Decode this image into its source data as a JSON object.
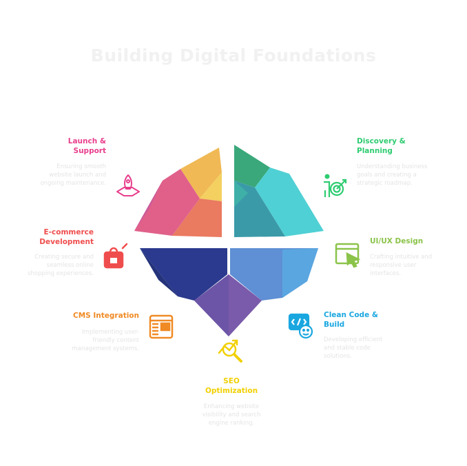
{
  "title": "Building Digital Foundations",
  "steps": [
    {
      "name": "Discovery & Planning",
      "line1": "Discovery &",
      "line2": "Planning",
      "description": "Understanding business goals and creating a strategic roadmap.",
      "color": "#2ecc71",
      "icon": "person-target-icon"
    },
    {
      "name": "UI/UX Design",
      "line1": "UI/UX Design",
      "line2": "",
      "description": "Crafting intuitive and responsive user interfaces.",
      "color": "#8bc34a",
      "icon": "browser-cursor-icon"
    },
    {
      "name": "Clean Code & Build",
      "line1": "Clean Code &",
      "line2": "Build",
      "description": "Developing efficient and stable code solutions.",
      "color": "#1aa7e0",
      "icon": "code-window-icon"
    },
    {
      "name": "SEO Optimization",
      "line1": "SEO",
      "line2": "Optimization",
      "description": "Enhancing website visibility and search engine ranking.",
      "color": "#f1d000",
      "icon": "search-chart-icon"
    },
    {
      "name": "CMS Integration",
      "line1": "CMS Integration",
      "line2": "",
      "description": "Implementing user-friendly content management systems.",
      "color": "#f08a24",
      "icon": "cms-panel-icon"
    },
    {
      "name": "E-commerce Development",
      "line1": "E-commerce",
      "line2": "Development",
      "description": "Creating secure and seamless online shopping experiences.",
      "color": "#ef4d4d",
      "icon": "shopping-bag-icon"
    },
    {
      "name": "Launch & Support",
      "line1": "Launch &",
      "line2": "Support",
      "description": "Ensuring smooth website launch and ongoing maintenance.",
      "color": "#e83e8c",
      "icon": "rocket-launch-icon"
    }
  ],
  "colors": {
    "title": "#f1f1f1",
    "description": "#e4e4e4"
  }
}
